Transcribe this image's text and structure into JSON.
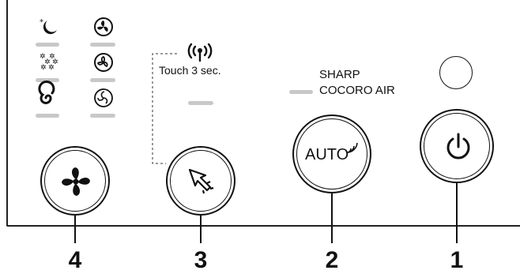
{
  "wifi": {
    "caption": "Touch 3 sec."
  },
  "brand": {
    "line1": "SHARP",
    "line2": "COCORO AIR"
  },
  "buttons": {
    "auto_label": "AUTO"
  },
  "callouts": [
    "4",
    "3",
    "2",
    "1"
  ],
  "colors": {
    "indicator": "#c8c8c8",
    "ink": "#111111"
  },
  "icons": [
    "sleep-moon-icon",
    "fan-low-icon",
    "pollen-icon",
    "fan-medium-icon",
    "swirl-icon",
    "fan-high-icon",
    "wifi-signal-icon",
    "fan-icon",
    "pointer-arrow-icon",
    "power-icon"
  ]
}
